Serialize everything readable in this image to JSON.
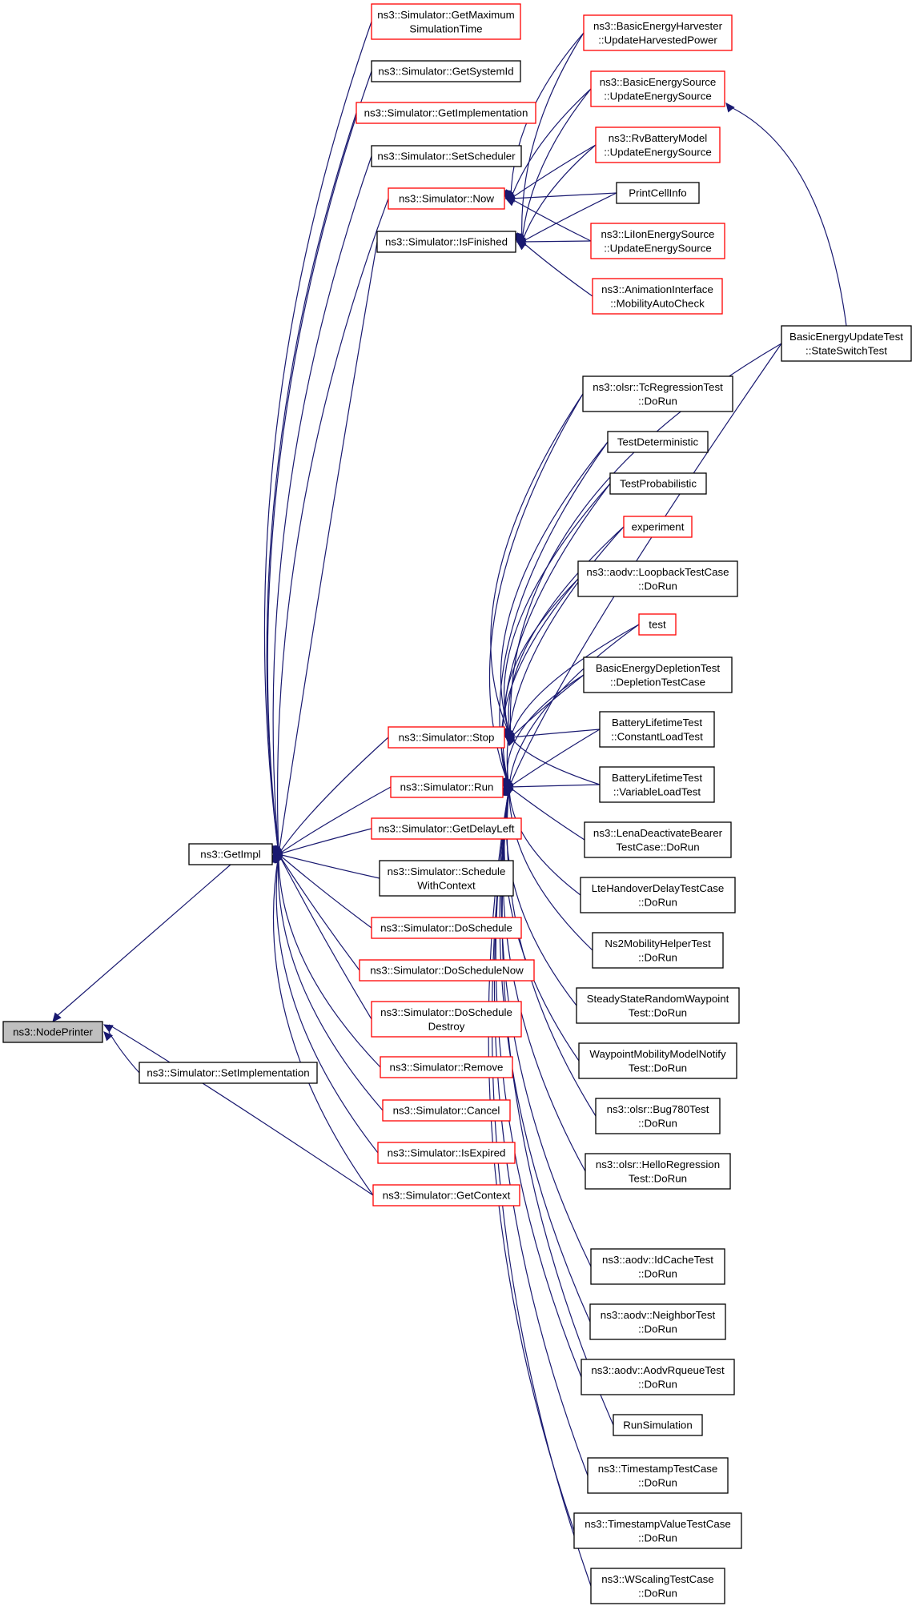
{
  "graph": {
    "edge_color": "#191970",
    "border_colors": {
      "black": "#000000",
      "red": "#ff0000"
    },
    "root_fill": "#bfbfbf",
    "nodes": [
      {
        "id": "nodeprinter",
        "lines": [
          "ns3::NodePrinter"
        ],
        "border": "black",
        "root": true
      },
      {
        "id": "getimpl",
        "lines": [
          "ns3::GetImpl"
        ],
        "border": "black"
      },
      {
        "id": "setimpl",
        "lines": [
          "ns3::Simulator::SetImplementation"
        ],
        "border": "black"
      },
      {
        "id": "getmaxsim",
        "lines": [
          "ns3::Simulator::GetMaximum",
          "SimulationTime"
        ],
        "border": "red"
      },
      {
        "id": "getsysid",
        "lines": [
          "ns3::Simulator::GetSystemId"
        ],
        "border": "black"
      },
      {
        "id": "getimpl2",
        "lines": [
          "ns3::Simulator::GetImplementation"
        ],
        "border": "red"
      },
      {
        "id": "setsched",
        "lines": [
          "ns3::Simulator::SetScheduler"
        ],
        "border": "black"
      },
      {
        "id": "now",
        "lines": [
          "ns3::Simulator::Now"
        ],
        "border": "red"
      },
      {
        "id": "isfinished",
        "lines": [
          "ns3::Simulator::IsFinished"
        ],
        "border": "black"
      },
      {
        "id": "stop",
        "lines": [
          "ns3::Simulator::Stop"
        ],
        "border": "red"
      },
      {
        "id": "run",
        "lines": [
          "ns3::Simulator::Run"
        ],
        "border": "red"
      },
      {
        "id": "getdelayleft",
        "lines": [
          "ns3::Simulator::GetDelayLeft"
        ],
        "border": "red"
      },
      {
        "id": "schedctx",
        "lines": [
          "ns3::Simulator::Schedule",
          "WithContext"
        ],
        "border": "black"
      },
      {
        "id": "dosched",
        "lines": [
          "ns3::Simulator::DoSchedule"
        ],
        "border": "red"
      },
      {
        "id": "doschednow",
        "lines": [
          "ns3::Simulator::DoScheduleNow"
        ],
        "border": "red"
      },
      {
        "id": "doscheddestroy",
        "lines": [
          "ns3::Simulator::DoSchedule",
          "Destroy"
        ],
        "border": "red"
      },
      {
        "id": "remove",
        "lines": [
          "ns3::Simulator::Remove"
        ],
        "border": "red"
      },
      {
        "id": "cancel",
        "lines": [
          "ns3::Simulator::Cancel"
        ],
        "border": "red"
      },
      {
        "id": "isexpired",
        "lines": [
          "ns3::Simulator::IsExpired"
        ],
        "border": "red"
      },
      {
        "id": "getcontext",
        "lines": [
          "ns3::Simulator::GetContext"
        ],
        "border": "red"
      },
      {
        "id": "harvester",
        "lines": [
          "ns3::BasicEnergyHarvester",
          "::UpdateHarvestedPower"
        ],
        "border": "red"
      },
      {
        "id": "basicsrc",
        "lines": [
          "ns3::BasicEnergySource",
          "::UpdateEnergySource"
        ],
        "border": "red"
      },
      {
        "id": "rvbattery",
        "lines": [
          "ns3::RvBatteryModel",
          "::UpdateEnergySource"
        ],
        "border": "red"
      },
      {
        "id": "printcell",
        "lines": [
          "PrintCellInfo"
        ],
        "border": "black"
      },
      {
        "id": "liion",
        "lines": [
          "ns3::LiIonEnergySource",
          "::UpdateEnergySource"
        ],
        "border": "red"
      },
      {
        "id": "anim",
        "lines": [
          "ns3::AnimationInterface",
          "::MobilityAutoCheck"
        ],
        "border": "red"
      },
      {
        "id": "statesw",
        "lines": [
          "BasicEnergyUpdateTest",
          "::StateSwitchTest"
        ],
        "border": "black"
      },
      {
        "id": "olsrtc",
        "lines": [
          "ns3::olsr::TcRegressionTest",
          "::DoRun"
        ],
        "border": "black"
      },
      {
        "id": "testdet",
        "lines": [
          "TestDeterministic"
        ],
        "border": "black"
      },
      {
        "id": "testprob",
        "lines": [
          "TestProbabilistic"
        ],
        "border": "black"
      },
      {
        "id": "experiment",
        "lines": [
          "experiment"
        ],
        "border": "red"
      },
      {
        "id": "aodvloop",
        "lines": [
          "ns3::aodv::LoopbackTestCase",
          "::DoRun"
        ],
        "border": "black"
      },
      {
        "id": "test",
        "lines": [
          "test"
        ],
        "border": "red"
      },
      {
        "id": "depletion",
        "lines": [
          "BasicEnergyDepletionTest",
          "::DepletionTestCase"
        ],
        "border": "black"
      },
      {
        "id": "battconst",
        "lines": [
          "BatteryLifetimeTest",
          "::ConstantLoadTest"
        ],
        "border": "black"
      },
      {
        "id": "battvar",
        "lines": [
          "BatteryLifetimeTest",
          "::VariableLoadTest"
        ],
        "border": "black"
      },
      {
        "id": "lenadeact",
        "lines": [
          "ns3::LenaDeactivateBearer",
          "TestCase::DoRun"
        ],
        "border": "black"
      },
      {
        "id": "ltehandover",
        "lines": [
          "LteHandoverDelayTestCase",
          "::DoRun"
        ],
        "border": "black"
      },
      {
        "id": "ns2mob",
        "lines": [
          "Ns2MobilityHelperTest",
          "::DoRun"
        ],
        "border": "black"
      },
      {
        "id": "steadystate",
        "lines": [
          "SteadyStateRandomWaypoint",
          "Test::DoRun"
        ],
        "border": "black"
      },
      {
        "id": "waypoint",
        "lines": [
          "WaypointMobilityModelNotify",
          "Test::DoRun"
        ],
        "border": "black"
      },
      {
        "id": "bug780",
        "lines": [
          "ns3::olsr::Bug780Test",
          "::DoRun"
        ],
        "border": "black"
      },
      {
        "id": "olsrhello",
        "lines": [
          "ns3::olsr::HelloRegression",
          "Test::DoRun"
        ],
        "border": "black"
      },
      {
        "id": "idcache",
        "lines": [
          "ns3::aodv::IdCacheTest",
          "::DoRun"
        ],
        "border": "black"
      },
      {
        "id": "neighbor",
        "lines": [
          "ns3::aodv::NeighborTest",
          "::DoRun"
        ],
        "border": "black"
      },
      {
        "id": "rqueue",
        "lines": [
          "ns3::aodv::AodvRqueueTest",
          "::DoRun"
        ],
        "border": "black"
      },
      {
        "id": "runsim",
        "lines": [
          "RunSimulation"
        ],
        "border": "black"
      },
      {
        "id": "timestamp",
        "lines": [
          "ns3::TimestampTestCase",
          "::DoRun"
        ],
        "border": "black"
      },
      {
        "id": "timestampval",
        "lines": [
          "ns3::TimestampValueTestCase",
          "::DoRun"
        ],
        "border": "black"
      },
      {
        "id": "wscaling",
        "lines": [
          "ns3::WScalingTestCase",
          "::DoRun"
        ],
        "border": "black"
      }
    ]
  }
}
